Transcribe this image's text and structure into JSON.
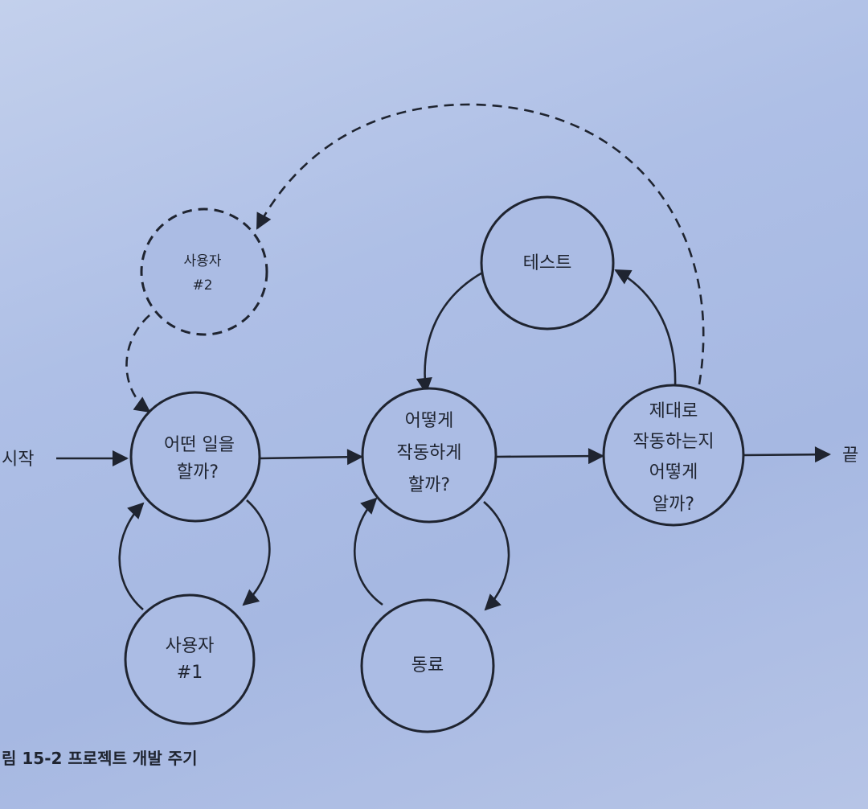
{
  "diagram": {
    "nodes": {
      "what_to_do": {
        "lines": [
          "어떤 일을",
          "할까?"
        ]
      },
      "how_to_work": {
        "lines": [
          "어떻게",
          "작동하게",
          "할까?"
        ]
      },
      "verify": {
        "lines": [
          "제대로",
          "작동하는지",
          "어떻게",
          "알까?"
        ]
      },
      "test": {
        "lines": [
          "테스트"
        ]
      },
      "user1": {
        "lines": [
          "사용자",
          "#1"
        ]
      },
      "colleague": {
        "lines": [
          "동료"
        ]
      },
      "user2": {
        "lines": [
          "사용자",
          "#2"
        ]
      }
    },
    "start_label": "시작",
    "end_label": "끝",
    "caption": "림 15-2 프로젝트 개발 주기"
  }
}
